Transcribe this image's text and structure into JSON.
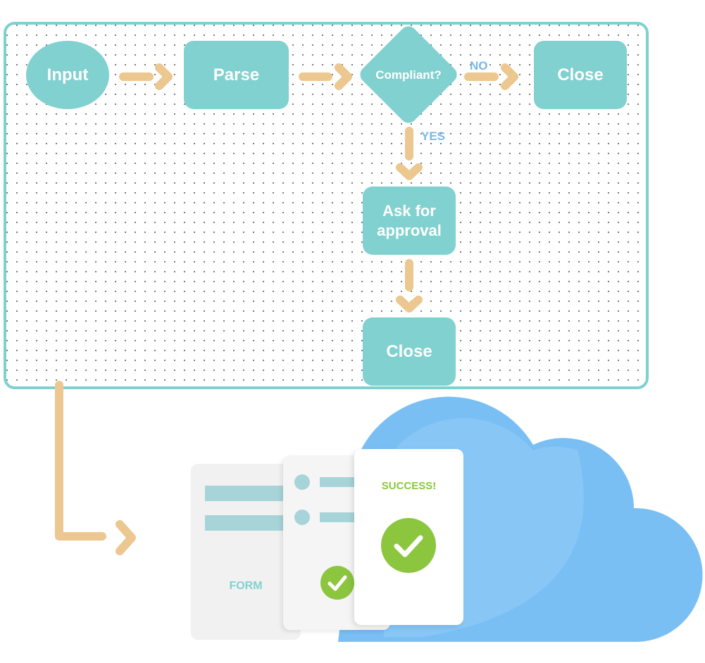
{
  "flowchart": {
    "input_label": "Input",
    "parse_label": "Parse",
    "decision_label": "Compliant?",
    "no_label": "NO",
    "yes_label": "YES",
    "close_right_label": "Close",
    "approval_label_line1": "Ask for",
    "approval_label_line2": "approval",
    "close_bottom_label": "Close"
  },
  "cards": {
    "form_label": "FORM",
    "success_label": "SUCCESS!"
  },
  "colors": {
    "node": "#80d1cf",
    "board_border": "#7fd1cf",
    "arrow": "#ecc78f",
    "branch_label": "#7ab8e6",
    "cloud": "#7abff4",
    "success": "#8cc63f",
    "form_bar": "#a7d4d8"
  }
}
